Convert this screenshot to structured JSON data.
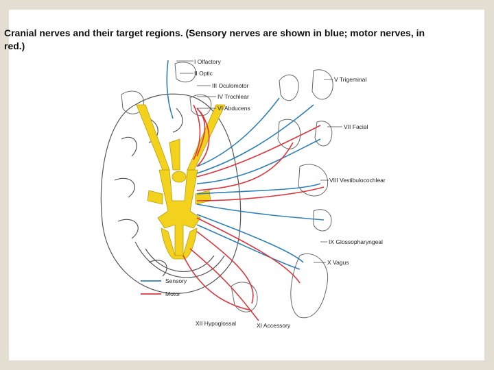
{
  "caption": "Cranial nerves and their target regions. (Sensory nerves are shown in blue; motor nerves, in red.)",
  "figure": {
    "nerve_labels": [
      "I Olfactory",
      "II Optic",
      "III Oculomotor",
      "IV Trochlear",
      "VI Abducens",
      "V Trigeminal",
      "VII Facial",
      "VIII Vestibulocochlear",
      "IX Glossopharyngeal",
      "X Vagus",
      "XII Hypoglossal",
      "XI Accessory"
    ],
    "legend": [
      {
        "label": "Sensory",
        "color": "#2f7fb5"
      },
      {
        "label": "Motor",
        "color": "#d9363e"
      }
    ],
    "colors": {
      "sensory": "#2f7fb5",
      "motor": "#d9363e",
      "brainstem": "#f2d21c",
      "outline": "#555555"
    }
  }
}
